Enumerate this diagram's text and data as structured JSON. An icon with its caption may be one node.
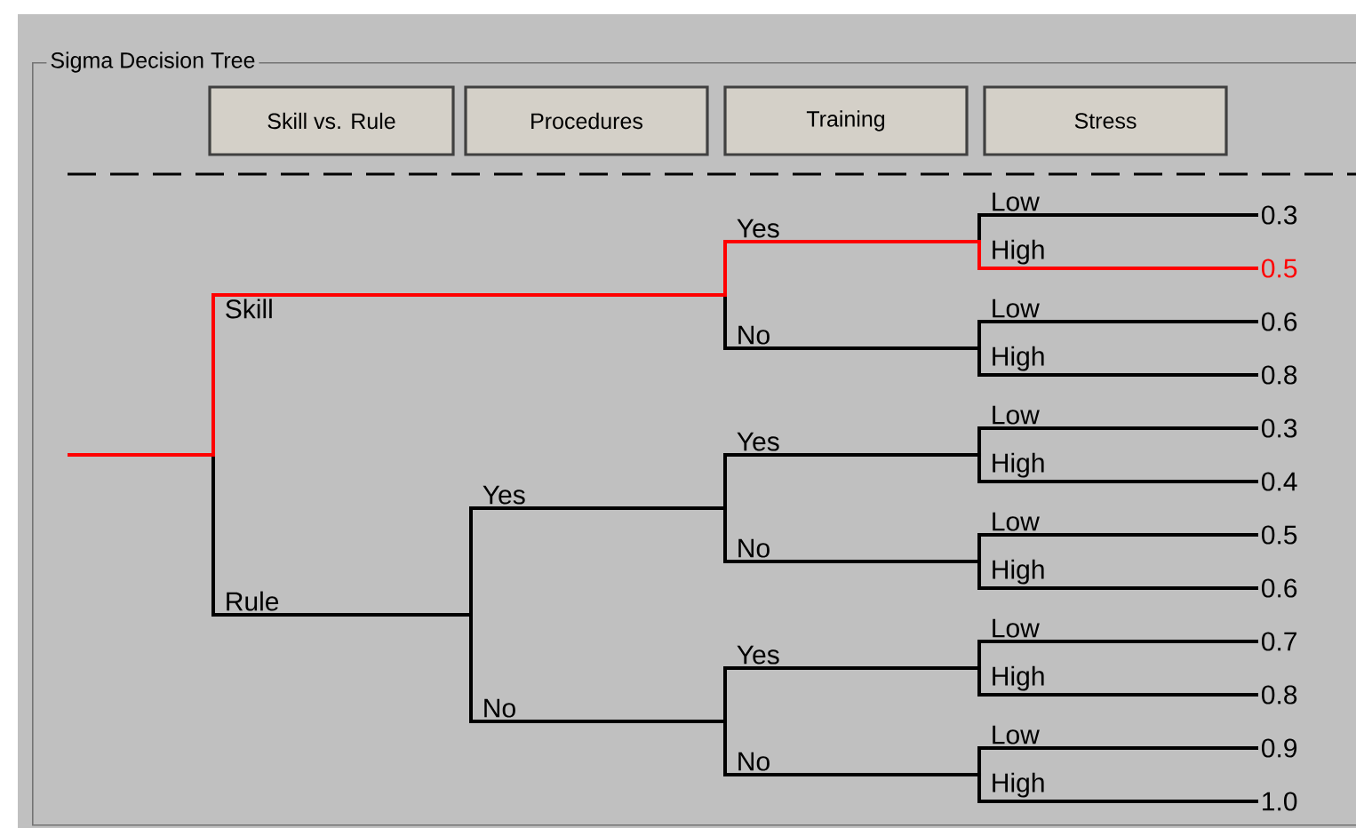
{
  "diagram": {
    "nodes": [
      {
        "text": [
          "Sigma Decision Tree"
        ]
      },
      {
        "text": [
          "Skill vs. Rule"
        ],
        "in": 0
      },
      {
        "text": [
          "Procedures"
        ],
        "in": 0
      },
      {
        "text": [
          "Training"
        ],
        "in": 0
      },
      {
        "text": [
          "Stress"
        ],
        "in": 0
      },
      {
        "text": [
          "Skill"
        ],
        "in": 0
      },
      {
        "text": [
          "Yes"
        ],
        "in": 0
      },
      {
        "text": [
          "Low"
        ],
        "in": 0
      },
      {
        "text": [
          "0.3"
        ],
        "in": 0
      },
      {
        "text": [
          "High"
        ],
        "in": 0
      },
      {
        "text": [
          "0.5"
        ],
        "in": 0
      },
      {
        "text": [
          "No"
        ],
        "in": 0
      },
      {
        "text": [
          "Low"
        ],
        "in": 0
      },
      {
        "text": [
          "0.6"
        ],
        "in": 0
      },
      {
        "text": [
          "High"
        ],
        "in": 0
      },
      {
        "text": [
          "0.8"
        ],
        "in": 0
      },
      {
        "text": [
          "Rule"
        ],
        "in": 0
      },
      {
        "text": [
          "Yes"
        ],
        "in": 0
      },
      {
        "text": [
          "Yes"
        ],
        "in": 0
      },
      {
        "text": [
          "Low"
        ],
        "in": 0
      },
      {
        "text": [
          "0.3"
        ],
        "in": 0
      },
      {
        "text": [
          "High"
        ],
        "in": 0
      },
      {
        "text": [
          "0.4"
        ],
        "in": 0
      },
      {
        "text": [
          "No"
        ],
        "in": 0
      },
      {
        "text": [
          "Low"
        ],
        "in": 0
      },
      {
        "text": [
          "0.5"
        ],
        "in": 0
      },
      {
        "text": [
          "High"
        ],
        "in": 0
      },
      {
        "text": [
          "0.6"
        ],
        "in": 0
      },
      {
        "text": [
          "No"
        ],
        "in": 0
      },
      {
        "text": [
          "Yes"
        ],
        "in": 0
      },
      {
        "text": [
          "Low"
        ],
        "in": 0
      },
      {
        "text": [
          "0.7"
        ],
        "in": 0
      },
      {
        "text": [
          "High"
        ],
        "in": 0
      },
      {
        "text": [
          "0.8"
        ],
        "in": 0
      },
      {
        "text": [
          "No"
        ],
        "in": 0
      },
      {
        "text": [
          "Low"
        ],
        "in": 0
      },
      {
        "text": [
          "0.9"
        ],
        "in": 0
      },
      {
        "text": [
          "High"
        ],
        "in": 0
      },
      {
        "text": [
          "1.0"
        ],
        "in": 0
      }
    ],
    "edges": [
      {
        "from": null,
        "to": 5,
        "arrow": "none",
        "color": "#ff0000"
      },
      {
        "from": null,
        "to": 16,
        "arrow": "none"
      },
      {
        "from": 5,
        "to": 6,
        "arrow": "none",
        "color": "#ff0000"
      },
      {
        "from": 5,
        "to": 11,
        "arrow": "none"
      },
      {
        "from": 6,
        "to": 7,
        "arrow": "none"
      },
      {
        "from": 6,
        "to": 9,
        "arrow": "none",
        "color": "#ff0000"
      },
      {
        "from": 7,
        "to": 8,
        "arrow": "none"
      },
      {
        "from": 9,
        "to": 10,
        "arrow": "none",
        "color": "#ff0000"
      },
      {
        "from": 11,
        "to": 12,
        "arrow": "none"
      },
      {
        "from": 11,
        "to": 14,
        "arrow": "none"
      },
      {
        "from": 12,
        "to": 13,
        "arrow": "none"
      },
      {
        "from": 14,
        "to": 15,
        "arrow": "none"
      },
      {
        "from": 16,
        "to": 17,
        "arrow": "none"
      },
      {
        "from": 16,
        "to": 28,
        "arrow": "none"
      },
      {
        "from": 17,
        "to": 18,
        "arrow": "none"
      },
      {
        "from": 17,
        "to": 23,
        "arrow": "none"
      },
      {
        "from": 18,
        "to": 19,
        "arrow": "none"
      },
      {
        "from": 18,
        "to": 21,
        "arrow": "none"
      },
      {
        "from": 19,
        "to": 20,
        "arrow": "none"
      },
      {
        "from": 21,
        "to": 22,
        "arrow": "none"
      },
      {
        "from": 23,
        "to": 24,
        "arrow": "none"
      },
      {
        "from": 23,
        "to": 26,
        "arrow": "none"
      },
      {
        "from": 24,
        "to": 25,
        "arrow": "none"
      },
      {
        "from": 26,
        "to": 27,
        "arrow": "none"
      },
      {
        "from": 28,
        "to": 29,
        "arrow": "none"
      },
      {
        "from": 28,
        "to": 34,
        "arrow": "none"
      },
      {
        "from": 29,
        "to": 30,
        "arrow": "none"
      },
      {
        "from": 29,
        "to": 32,
        "arrow": "none"
      },
      {
        "from": 30,
        "to": 31,
        "arrow": "none"
      },
      {
        "from": 32,
        "to": 33,
        "arrow": "none"
      },
      {
        "from": 34,
        "to": 35,
        "arrow": "none"
      },
      {
        "from": 34,
        "to": 37,
        "arrow": "none"
      },
      {
        "from": 35,
        "to": 36,
        "arrow": "none"
      },
      {
        "from": 37,
        "to": 38,
        "arrow": "none"
      }
    ]
  }
}
